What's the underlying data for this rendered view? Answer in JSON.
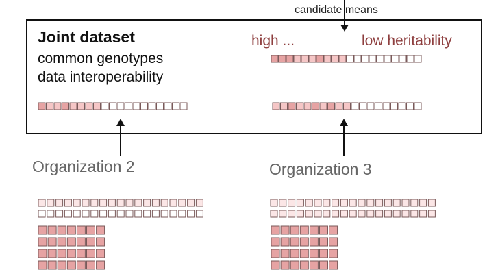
{
  "joint": {
    "title": "Joint dataset",
    "lines": [
      "common genotypes",
      "data interoperability"
    ],
    "candidate_label": "candidate means",
    "scale_high": "high ...",
    "scale_low": "low heritability"
  },
  "organizations": [
    {
      "label": "Organization 2"
    },
    {
      "label": "Organization 3"
    }
  ],
  "colors": {
    "dark": "#e6a3a3",
    "mid": "#f5c6c6",
    "light": "#fbe6e6",
    "empty": "#ffffff",
    "stroke": "#7a5a5a",
    "frame": "#111111",
    "text_accent": "#8e3f3f",
    "org_text": "#666666"
  }
}
